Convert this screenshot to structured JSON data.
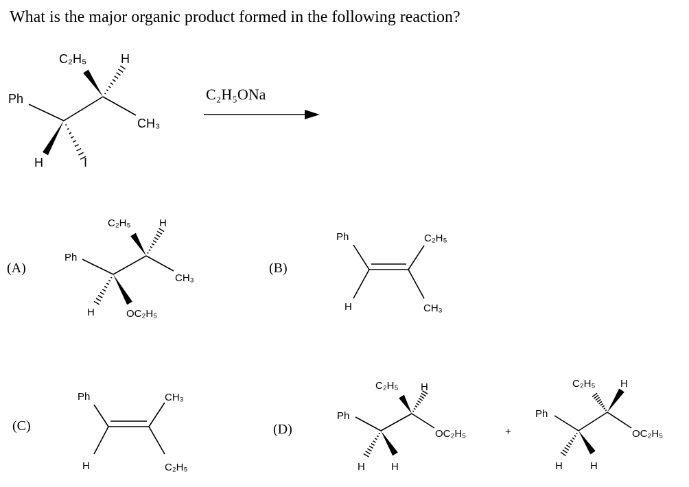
{
  "question": "What is the major organic product formed in the following reaction?",
  "reaction": {
    "reagent": "C₂H₅ONa",
    "reactant": {
      "ph": "Ph",
      "ethyl": "C₂H₅",
      "h_top": "H",
      "methyl": "CH₃",
      "h_bottom": "H",
      "iodo": "I"
    }
  },
  "options": [
    {
      "label": "(A)",
      "ph": "Ph",
      "ethyl": "C₂H₅",
      "h_top": "H",
      "methyl": "CH₃",
      "h_bottom": "H",
      "ethoxy": "OC₂H₅"
    },
    {
      "label": "(B)",
      "ph": "Ph",
      "ethyl": "C₂H₅",
      "h": "H",
      "methyl": "CH₃"
    },
    {
      "label": "(C)",
      "ph": "Ph",
      "methyl": "CH₃",
      "h": "H",
      "ethyl": "C₂H₅"
    },
    {
      "label": "(D)",
      "plus": "+",
      "first": {
        "ph": "Ph",
        "ethyl": "C₂H₅",
        "h_top": "H",
        "ethoxy": "OC₂H₅",
        "h_left": "H",
        "h_right": "H"
      },
      "second": {
        "ph": "Ph",
        "ethyl": "C₂H₅",
        "h_top": "H",
        "ethoxy": "OC₂H₅",
        "h_left": "H",
        "h_right": "H"
      }
    }
  ]
}
